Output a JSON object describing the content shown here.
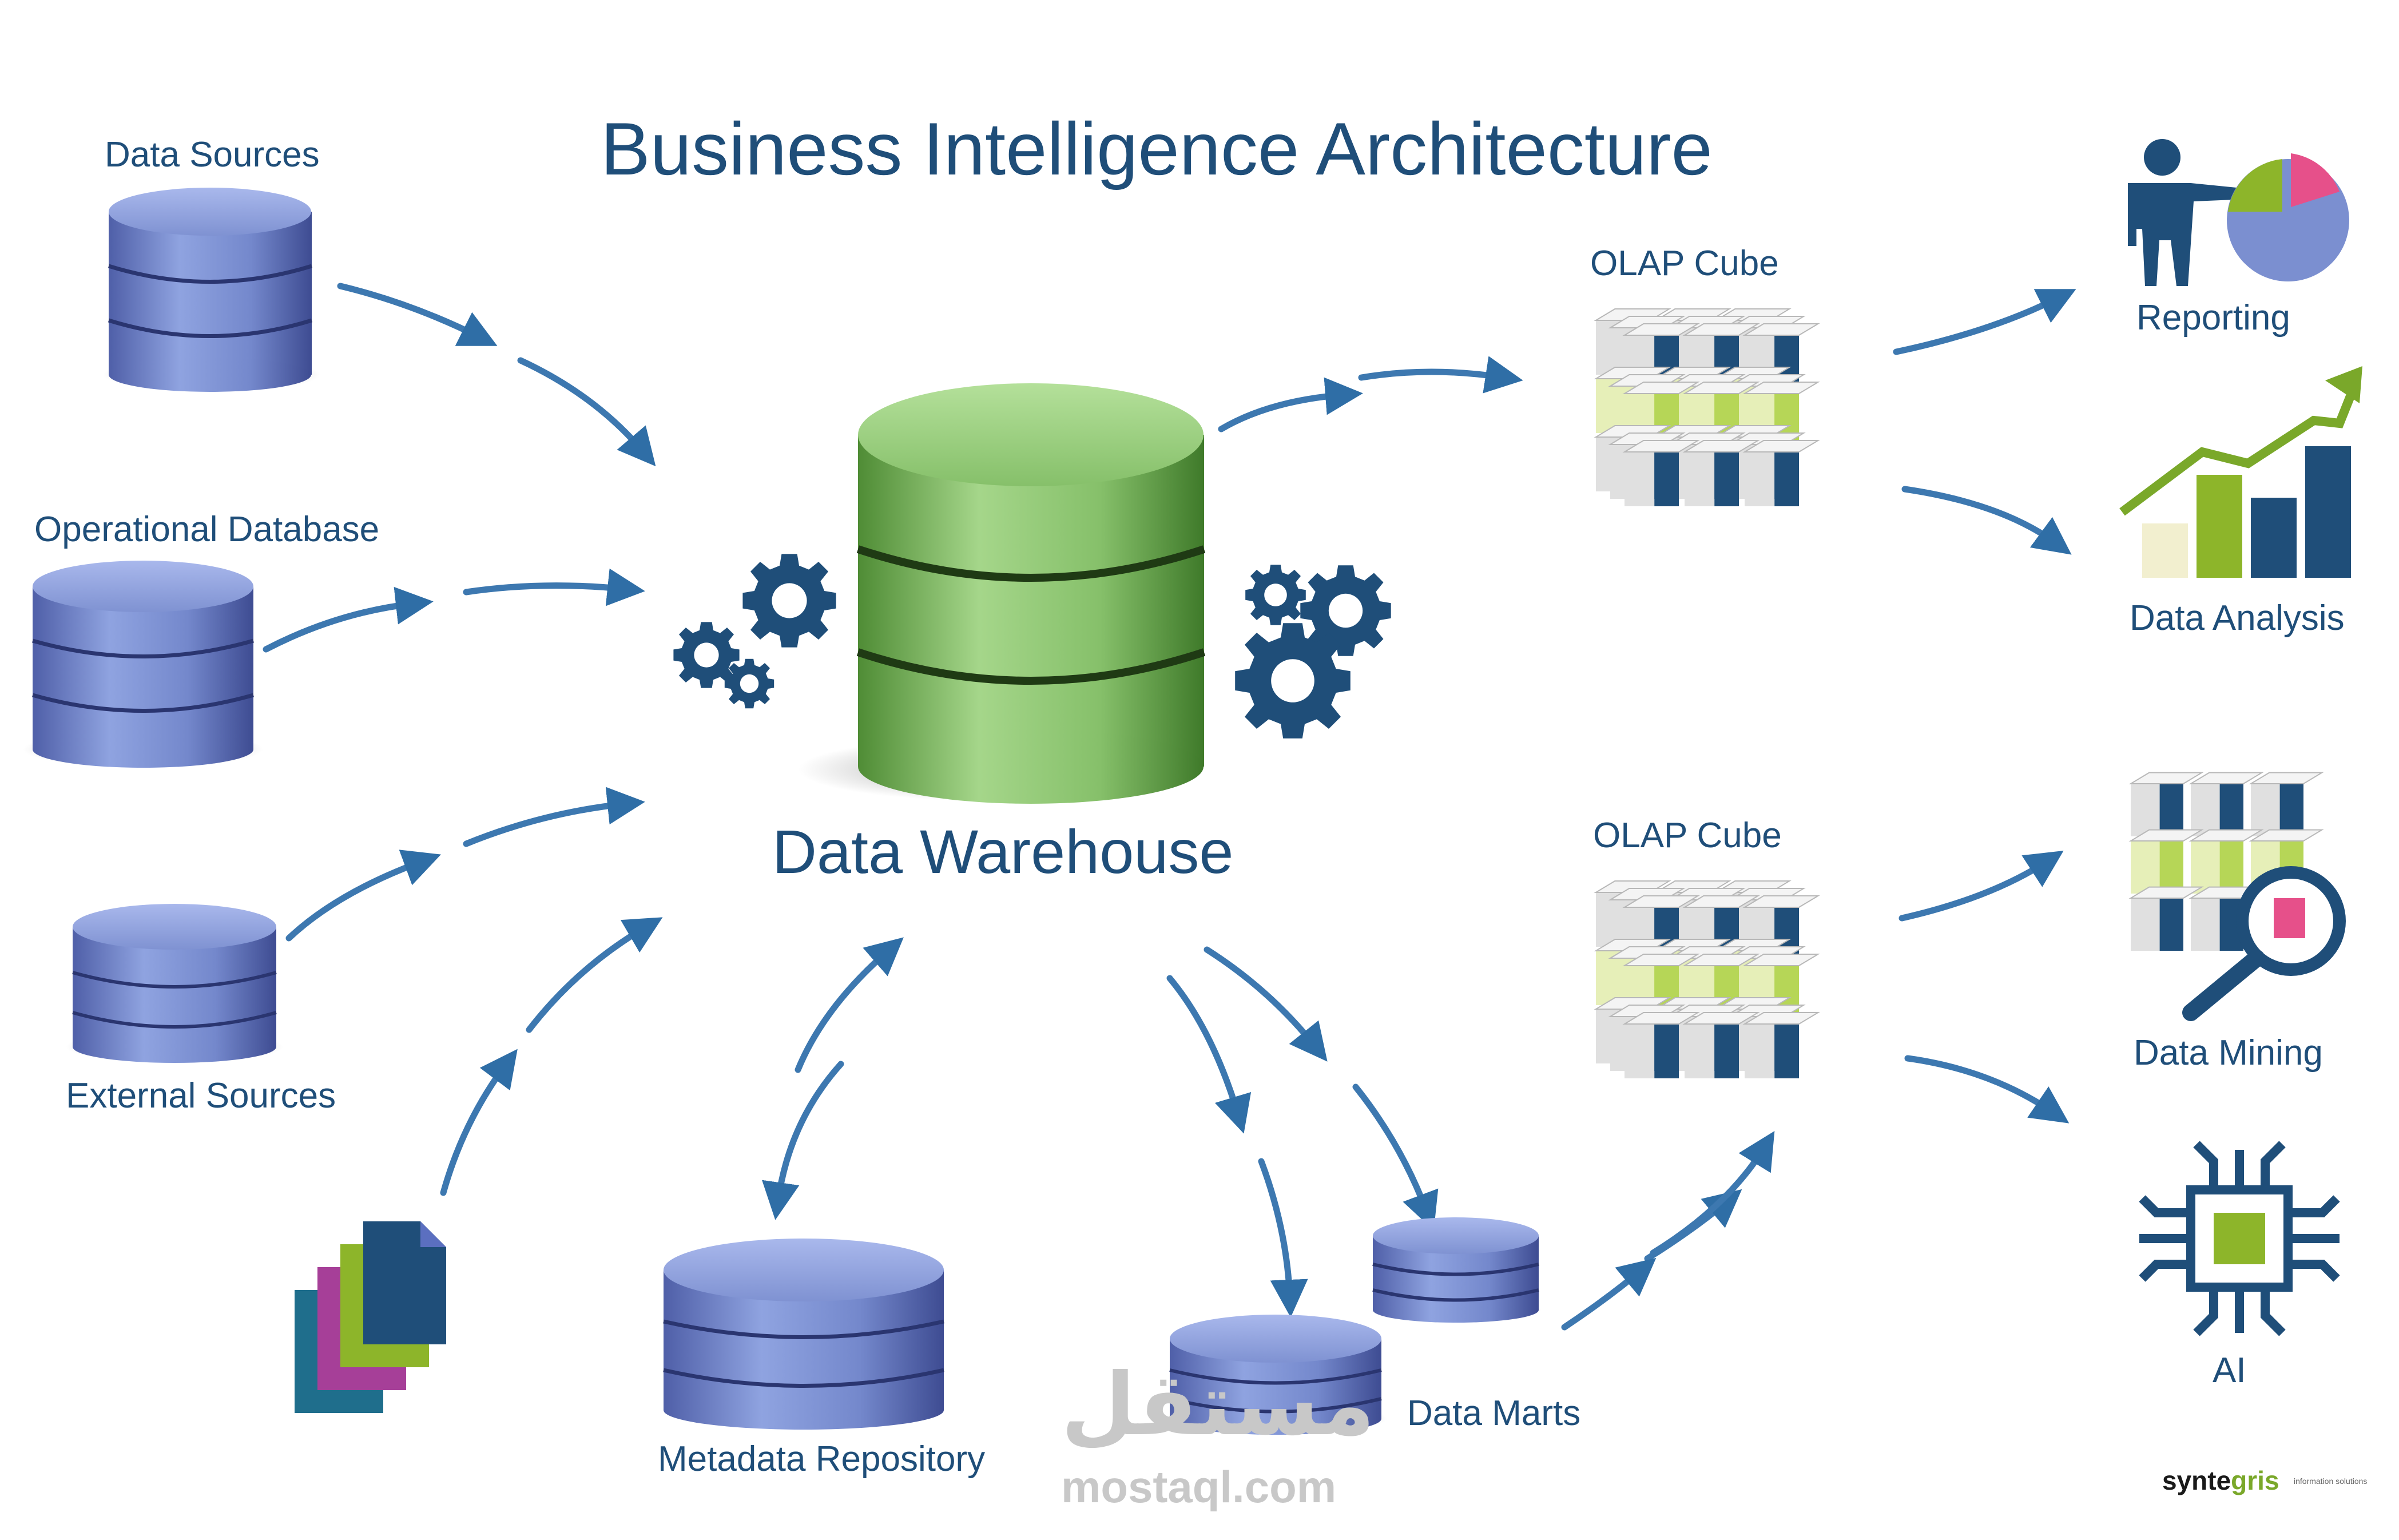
{
  "title": "Business Intelligence Architecture",
  "nodes": {
    "data_sources": "Data Sources",
    "operational_database": "Operational Database",
    "external_sources": "External Sources",
    "data_warehouse": "Data Warehouse",
    "metadata_repository": "Metadata Repository",
    "data_marts": "Data Marts",
    "olap_cube_top": "OLAP Cube",
    "olap_cube_bottom": "OLAP Cube",
    "reporting": "Reporting",
    "data_analysis": "Data Analysis",
    "data_mining": "Data Mining",
    "ai": "AI"
  },
  "watermark": {
    "arabic": "مستقل",
    "url": "mostaql.com"
  },
  "logo": {
    "name_a": "synte",
    "name_b": "gris",
    "tagline": "information solutions"
  },
  "colors": {
    "text": "#1f4e79",
    "db_blue": "#7b8fd0",
    "db_green": "#8cc46a",
    "navy": "#1f4e79",
    "lime": "#8db52a",
    "pink": "#e6508a",
    "arrow": "#3d78b0"
  }
}
